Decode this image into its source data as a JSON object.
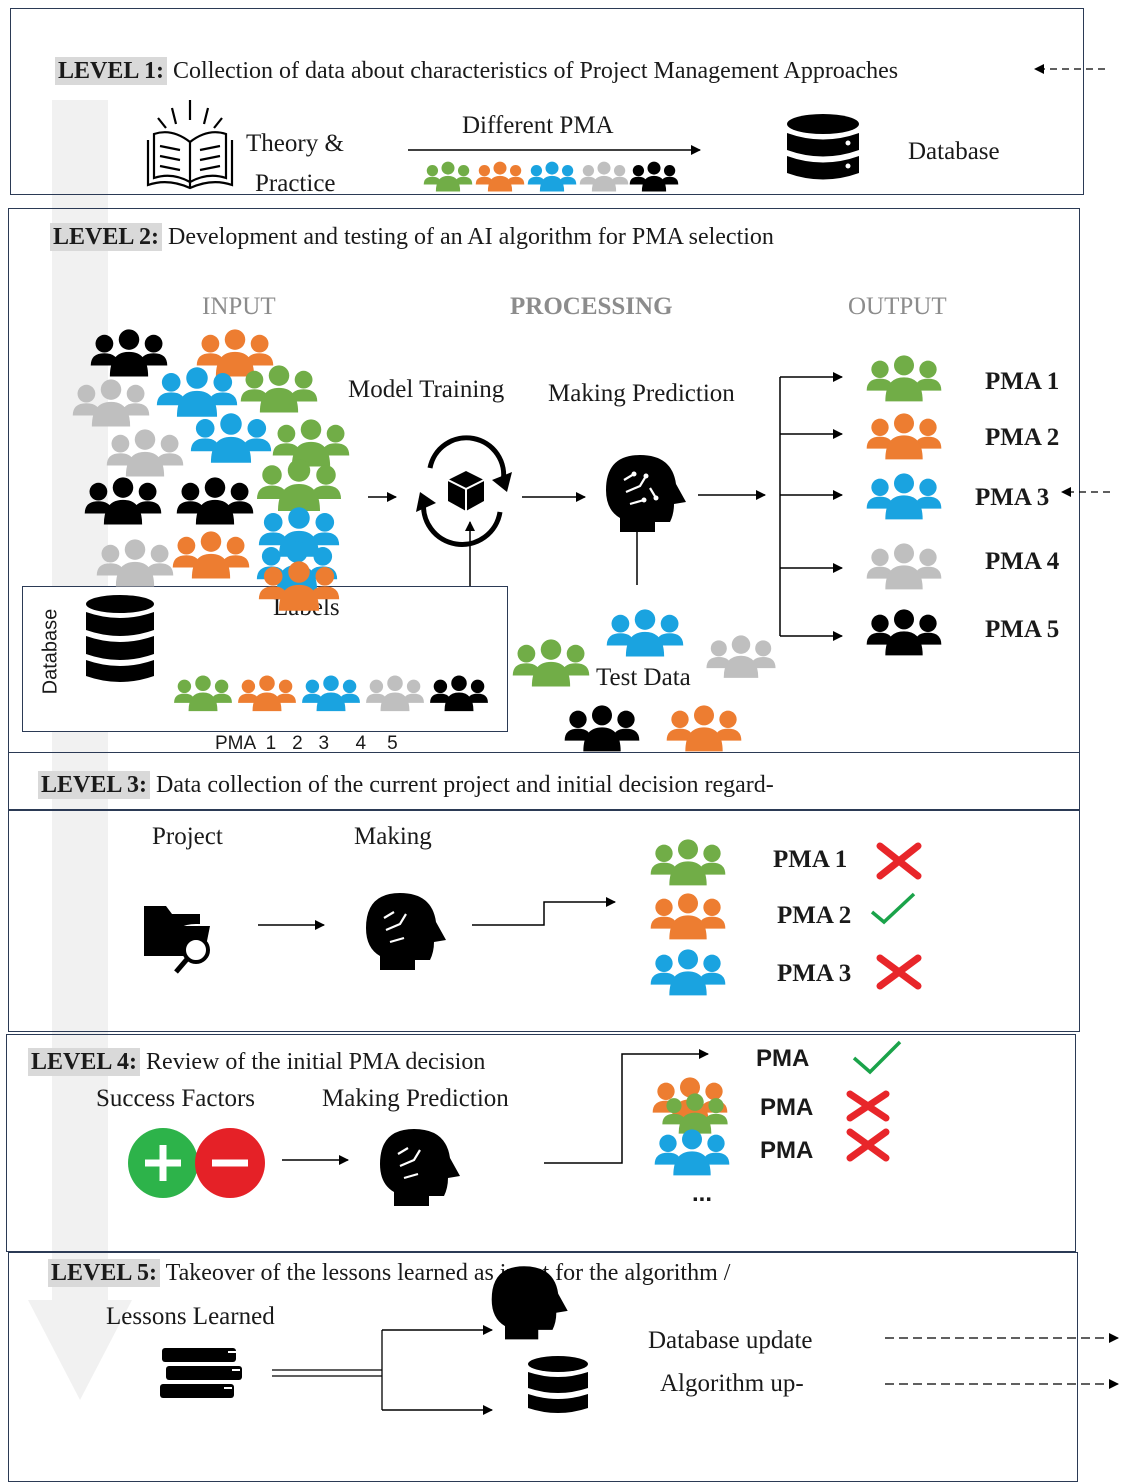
{
  "colors": {
    "green": "#71ad47",
    "orange": "#ed7d31",
    "blue": "#1aa3e0",
    "gray": "#bfbfbf",
    "black": "#000000",
    "panel_border": "#2b3a55",
    "red": "#e8262a",
    "check": "#1aa34a",
    "plus": "#2db34a",
    "minus": "#e52127"
  },
  "level1": {
    "label": "LEVEL 1:",
    "text": "Collection of data about characteristics of Project Management Approaches",
    "theory_line1": "Theory &",
    "theory_line2": "Practice",
    "different_pma": "Different PMA",
    "database": "Database"
  },
  "level2": {
    "label": "LEVEL 2:",
    "text": "Development and testing of an AI algorithm for PMA selection",
    "input": "INPUT",
    "processing": "PROCESSING",
    "output": "OUTPUT",
    "model_training": "Model Training",
    "making_prediction": "Making Prediction",
    "labels": "Labels",
    "database_vertical": "Database",
    "pma_numbers": "PMA  1   2   3     4    5",
    "test_data": "Test Data",
    "outputs": [
      "PMA 1",
      "PMA 2",
      "PMA 3",
      "PMA 4",
      "PMA 5"
    ]
  },
  "level3": {
    "label": "LEVEL 3:",
    "text": "Data collection of the current project and initial decision regard-",
    "project": "Project",
    "making": "Making",
    "results": [
      {
        "label": "PMA 1",
        "status": "rejected"
      },
      {
        "label": "PMA 2",
        "status": "accepted"
      },
      {
        "label": "PMA 3",
        "status": "rejected"
      }
    ]
  },
  "level4": {
    "label": "LEVEL 4:",
    "text": "Review of the initial PMA decision",
    "success_factors": "Success Factors",
    "making_prediction": "Making Prediction",
    "results": [
      {
        "label": "PMA",
        "status": "accepted"
      },
      {
        "label": "PMA",
        "status": "rejected"
      },
      {
        "label": "PMA",
        "status": "rejected"
      }
    ],
    "ellipsis": "..."
  },
  "level5": {
    "label": "LEVEL 5:",
    "text": "Takeover of the lessons learned as input for the algorithm /",
    "lessons_learned": "Lessons Learned",
    "database_update": "Database update",
    "algorithm_update": "Algorithm up-"
  }
}
